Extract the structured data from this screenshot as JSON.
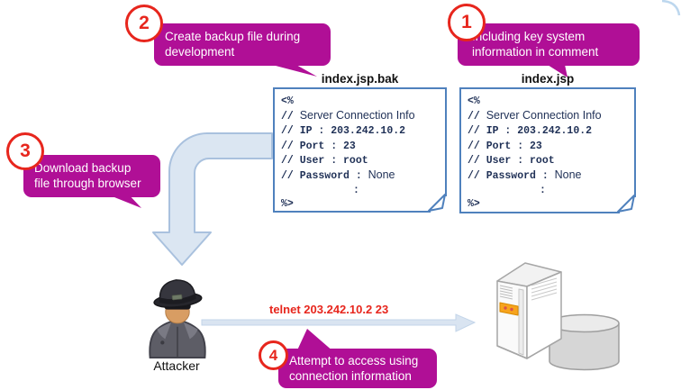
{
  "colors": {
    "bubble_magenta": "#b00f96",
    "callout_red": "#e7261d",
    "box_border_blue": "#4f81bd",
    "code_text_navy": "#1f3056",
    "arrow_fill": "#dbe6f2",
    "arrow_stroke": "#a9c1de",
    "telnet_red": "#e7261d"
  },
  "callouts": [
    {
      "number": "1",
      "lines": [
        "Including key system",
        "information in comment"
      ]
    },
    {
      "number": "2",
      "lines": [
        "Create backup file during",
        "development"
      ]
    },
    {
      "number": "3",
      "lines": [
        "Download backup",
        "file through browser"
      ]
    },
    {
      "number": "4",
      "lines": [
        "Attempt to access using",
        "connection information"
      ]
    }
  ],
  "files": [
    {
      "title": "index.jsp.bak",
      "lines": [
        {
          "m": "<%",
          "s": ""
        },
        {
          "m": "// ",
          "s": "Server Connection Info"
        },
        {
          "m": "// IP : 203.242.10.2",
          "s": ""
        },
        {
          "m": "// Port : 23",
          "s": ""
        },
        {
          "m": "// User : root",
          "s": ""
        },
        {
          "m": "// Password : ",
          "s": "None"
        },
        {
          "m": ":",
          "s": ""
        },
        {
          "m": "%>",
          "s": ""
        }
      ]
    },
    {
      "title": "index.jsp",
      "lines": [
        {
          "m": "<%",
          "s": ""
        },
        {
          "m": "// ",
          "s": "Server Connection Info"
        },
        {
          "m": "// IP : 203.242.10.2",
          "s": ""
        },
        {
          "m": "// Port : 23",
          "s": ""
        },
        {
          "m": "// User : root",
          "s": ""
        },
        {
          "m": "// Password : ",
          "s": "None"
        },
        {
          "m": ":",
          "s": ""
        },
        {
          "m": "%>",
          "s": ""
        }
      ]
    }
  ],
  "attacker_label": "Attacker",
  "telnet_command": "telnet 203.242.10.2 23",
  "icons": {
    "attacker": "spy-attacker-icon",
    "server": "server-tower-and-database-icon",
    "down_arrow": "elbow-down-arrow",
    "right_arrow": "telnet-right-arrow"
  }
}
